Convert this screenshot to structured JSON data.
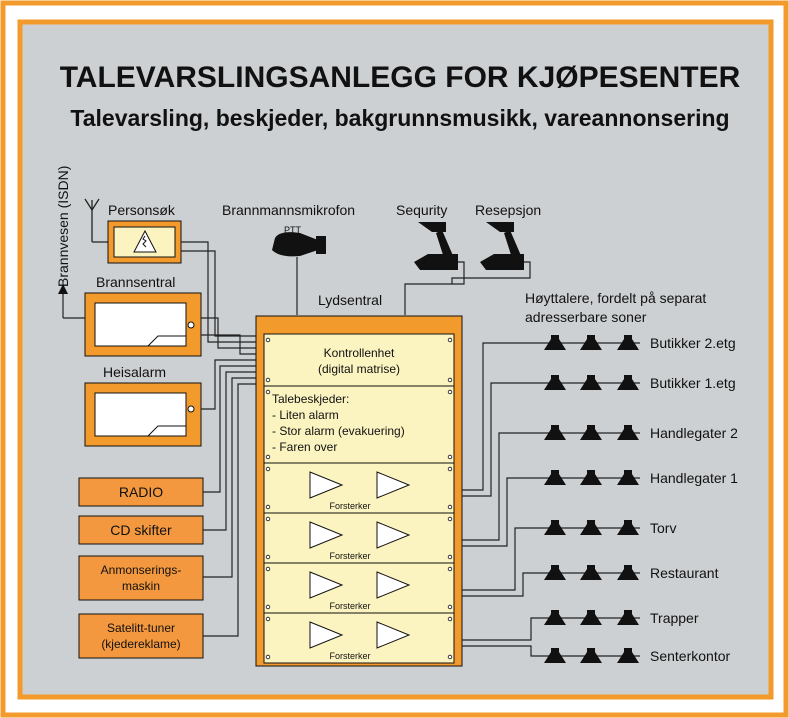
{
  "colors": {
    "frame": "#f39a2c",
    "panel": "#cdd0d2",
    "module": "#fbf4c0",
    "box_orange": "#f3983e",
    "ink": "#111111"
  },
  "title": "TALEVARSLINGSANLEGG FOR KJØPESENTER",
  "subtitle": "Talevarsling, beskjeder, bakgrunnsmusikk, vareannonsering",
  "left": {
    "isdn_label": "Brannvesen (ISDN)",
    "personsok": "Personsøk",
    "brannsentral": "Brannsentral",
    "heisalarm": "Heisalarm",
    "radio": "RADIO",
    "cd": "CD skifter",
    "annonsering": [
      "Anmonserings-",
      "maskin"
    ],
    "satelitt": [
      "Satelitt-tuner",
      "(kjedereklame)"
    ]
  },
  "top": {
    "mikrofon": "Brannmannsmikrofon",
    "ptt": "PTT",
    "sequrity": "Sequrity",
    "resepsjon": "Resepsjon",
    "lydsentral": "Lydsentral"
  },
  "central": {
    "kontroll": [
      "Kontrollenhet",
      "(digital matrise)"
    ],
    "tale_heading": "Talebeskjeder:",
    "tale_items": [
      "- Liten alarm",
      "- Stor alarm (evakuering)",
      "- Faren over"
    ],
    "forsterker": "Forsterker"
  },
  "speakers": {
    "heading": [
      "Høyttalere, fordelt på separat",
      "adresserbare soner"
    ],
    "zones": [
      "Butikker 2.etg",
      "Butikker 1.etg",
      "Handlegater 2",
      "Handlegater 1",
      "Torv",
      "Restaurant",
      "Trapper",
      "Senterkontor"
    ]
  }
}
